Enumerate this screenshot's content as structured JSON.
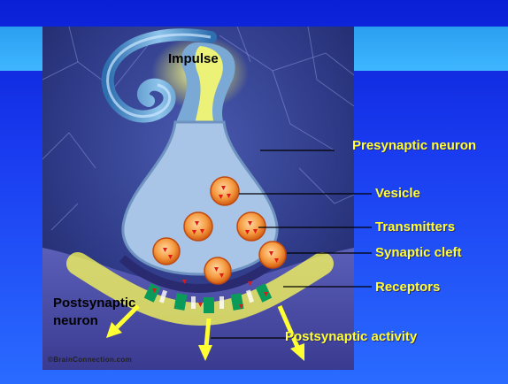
{
  "labels": {
    "impulse": "Impulse",
    "presynaptic": "Presynaptic neuron",
    "vesicle": "Vesicle",
    "transmitters": "Transmitters",
    "cleft": "Synaptic cleft",
    "receptors": "Receptors",
    "postsynaptic_line1": "Postsynaptic",
    "postsynaptic_line2": "neuron",
    "activity": "Postsynaptic activity"
  },
  "credit": "©BrainConnection.com",
  "colors": {
    "background_top": "#0a1fd6",
    "background_bottom": "#2a6bff",
    "label_yellow": "#ffff33",
    "neuron_fill": "#a8c4e6",
    "vesicle_orange": "#f07a22",
    "transmitter_red": "#e01818",
    "receptor_green": "#0a9a5a",
    "arrow_yellow": "#ffff33"
  }
}
